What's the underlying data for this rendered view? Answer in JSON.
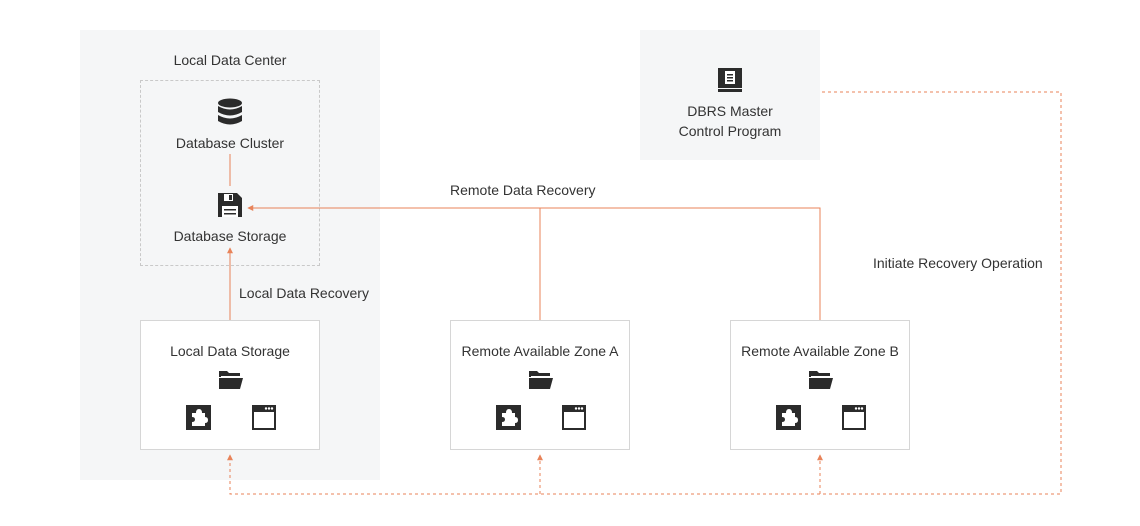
{
  "colors": {
    "accent": "#e8835a",
    "icon": "#2b2b2b",
    "panel_bg": "#f5f6f7",
    "box_border": "#d6d6d6"
  },
  "local_dc": {
    "title": "Local Data Center",
    "cluster_label": "Database Cluster",
    "cluster_icon": "database-icon",
    "storage_label": "Database Storage",
    "storage_icon": "floppy-disk-icon"
  },
  "master": {
    "line1": "DBRS Master",
    "line2": "Control Program",
    "icon": "document-icon"
  },
  "edges": {
    "remote_recovery": "Remote Data Recovery",
    "local_recovery": "Local Data Recovery",
    "initiate": "Initiate Recovery Operation"
  },
  "storages": [
    {
      "label": "Local Data Storage"
    },
    {
      "label": "Remote Available Zone A"
    },
    {
      "label": "Remote Available Zone B"
    }
  ],
  "storage_icons": [
    "folder-icon",
    "puzzle-icon",
    "window-icon"
  ]
}
